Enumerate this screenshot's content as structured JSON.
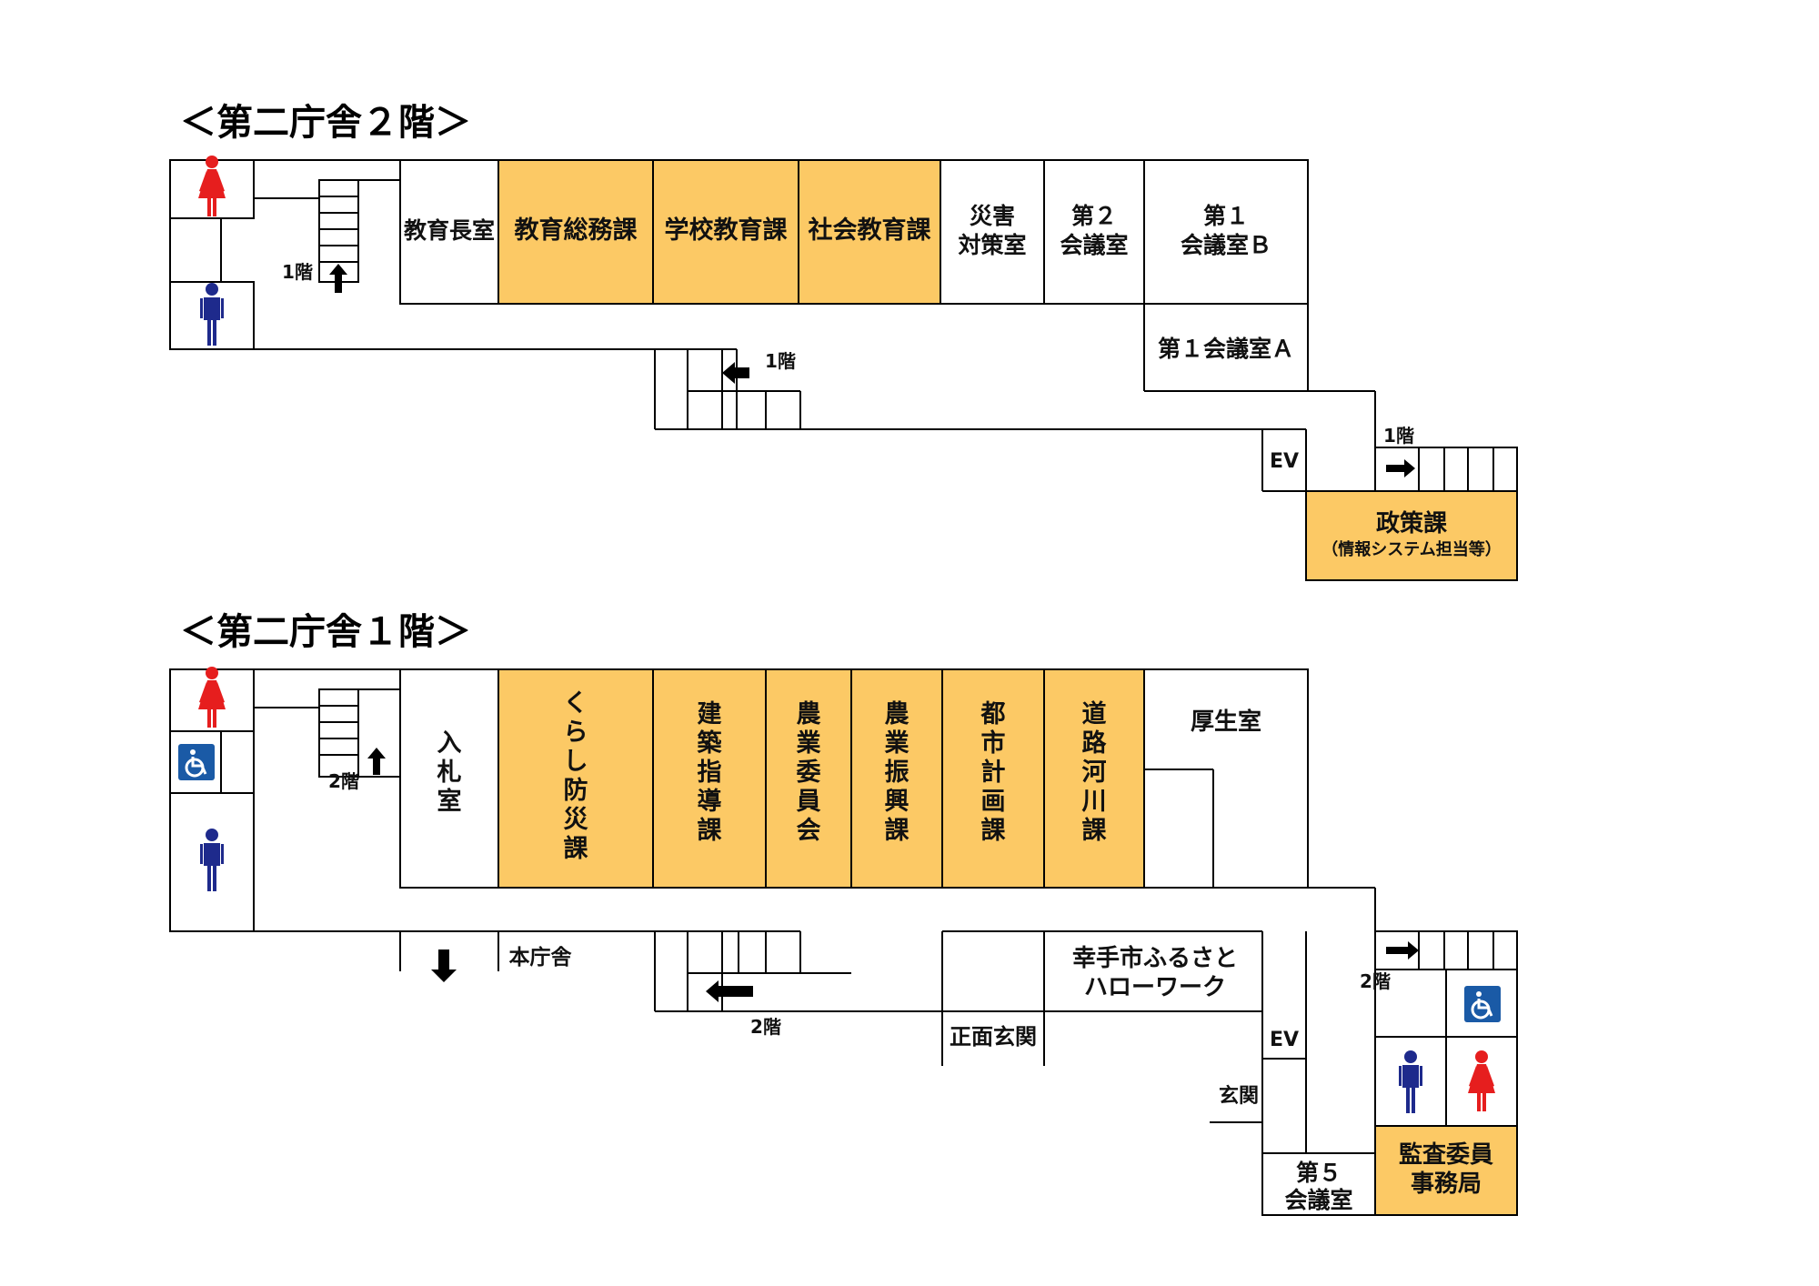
{
  "colors": {
    "highlight": "#fcc965",
    "female": "#e61e1e",
    "male": "#1e2a8c",
    "accessible": "#1a5aa6",
    "line": "#000000"
  },
  "floor2": {
    "title": "＜第二庁舎２階＞",
    "rooms": {
      "kyoikucho": "教育長室",
      "kyoiku_somu": "教育総務課",
      "gakko_kyoiku": "学校教育課",
      "shakai_kyoiku": "社会教育課",
      "saigai_1": "災害",
      "saigai_2": "対策室",
      "kaigi2_1": "第２",
      "kaigi2_2": "会議室",
      "kaigi1b_1": "第１",
      "kaigi1b_2": "会議室Ｂ",
      "kaigi1a": "第１会議室Ａ",
      "seisaku": "政策課",
      "seisaku_sub": "（情報システム担当等）",
      "ev": "EV"
    },
    "stairs": {
      "left": "1階",
      "middle": "1階",
      "right": "1階"
    },
    "icons": [
      "female-restroom-icon",
      "male-restroom-icon",
      "arrow-icon"
    ]
  },
  "floor1": {
    "title": "＜第二庁舎１階＞",
    "rooms": {
      "nyusatsu": "入札室",
      "kurashi": "くらし防災課",
      "kenchiku": "建築指導課",
      "nogyo_iinkai": "農業委員会",
      "nogyo_shinko": "農業振興課",
      "toshi": "都市計画課",
      "doro": "道路河川課",
      "kosei": "厚生室",
      "hello_1": "幸手市ふるさと",
      "hello_2": "ハローワーク",
      "shomen_genkan": "正面玄関",
      "genkan": "玄関",
      "ev": "EV",
      "kaigi5_1": "第５",
      "kaigi5_2": "会議室",
      "kansa_1": "監査委員",
      "kansa_2": "事務局",
      "honchosha": "本庁舎"
    },
    "stairs": {
      "left": "2階",
      "middle": "2階",
      "right": "2階"
    },
    "icons": [
      "female-restroom-icon",
      "male-restroom-icon",
      "wheelchair-icon",
      "arrow-icon"
    ]
  }
}
